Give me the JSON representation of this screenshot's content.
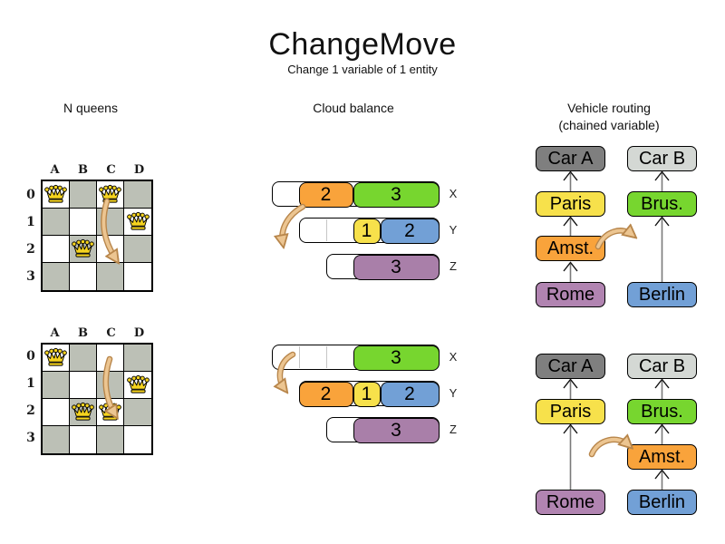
{
  "title": {
    "text": "ChangeMove",
    "subtitle": "Change 1 variable of 1 entity"
  },
  "sections": {
    "nqueens": {
      "header": "N queens"
    },
    "cloud": {
      "header": "Cloud balance"
    },
    "vehicle": {
      "header": "Vehicle routing",
      "header2": "(chained variable)"
    }
  },
  "nqueens": {
    "col_labels": [
      "A",
      "B",
      "C",
      "D"
    ],
    "row_labels": [
      "0",
      "1",
      "2",
      "3"
    ],
    "before": {
      "queens": [
        {
          "col": "A",
          "row": "0"
        },
        {
          "col": "C",
          "row": "0"
        },
        {
          "col": "D",
          "row": "1"
        },
        {
          "col": "B",
          "row": "2"
        }
      ],
      "move": {
        "from": "C0",
        "to": "C2"
      }
    },
    "after": {
      "queens": [
        {
          "col": "A",
          "row": "0"
        },
        {
          "col": "D",
          "row": "1"
        },
        {
          "col": "B",
          "row": "2"
        },
        {
          "col": "C",
          "row": "2"
        }
      ],
      "move": {
        "from": "C0",
        "to": "C2"
      }
    }
  },
  "cloud": {
    "before": {
      "rows": [
        {
          "computer": "X",
          "blocks": [
            {
              "label": "2",
              "color": "orange"
            },
            {
              "label": "3",
              "color": "green"
            }
          ]
        },
        {
          "computer": "Y",
          "blocks": [
            {
              "label": "1",
              "color": "yellow"
            },
            {
              "label": "2",
              "color": "blue"
            }
          ]
        },
        {
          "computer": "Z",
          "blocks": [
            {
              "label": "3",
              "color": "purple"
            }
          ]
        }
      ],
      "move": {
        "process": "2",
        "from": "X",
        "to": "Y"
      }
    },
    "after": {
      "rows": [
        {
          "computer": "X",
          "blocks": [
            {
              "label": "3",
              "color": "green"
            }
          ]
        },
        {
          "computer": "Y",
          "blocks": [
            {
              "label": "2",
              "color": "orange"
            },
            {
              "label": "1",
              "color": "yellow"
            },
            {
              "label": "2",
              "color": "blue"
            }
          ]
        },
        {
          "computer": "Z",
          "blocks": [
            {
              "label": "3",
              "color": "purple"
            }
          ]
        }
      ]
    }
  },
  "vehicle": {
    "before": {
      "chain_a": [
        "Car A",
        "Paris",
        "Amst.",
        "Rome"
      ],
      "chain_b": [
        "Car B",
        "Brus.",
        "Berlin"
      ],
      "move": {
        "city": "Amst.",
        "from": "Car A chain",
        "to": "Car B chain"
      }
    },
    "after": {
      "chain_a": [
        "Car A",
        "Paris",
        "Rome"
      ],
      "chain_b": [
        "Car B",
        "Brus.",
        "Amst.",
        "Berlin"
      ]
    }
  },
  "colors": {
    "orange": "#f9a33b",
    "green": "#77d62f",
    "yellow": "#f7e14b",
    "blue": "#72a0d6",
    "purple": "#a97fa9",
    "rome_purple": "#b184b1",
    "car_a_gray": "#7f7f7f",
    "car_b_gray": "#d4d8d4",
    "board_dark": "#bcc0b6",
    "queen_gold": "#f6d41f",
    "move_arrow_fill": "#ecc591",
    "move_arrow_stroke": "#b8864b"
  }
}
